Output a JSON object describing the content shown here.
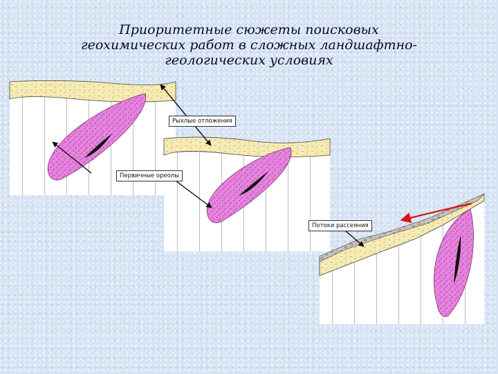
{
  "title": {
    "line1": "Приоритетные сюжеты поисковых",
    "line2": "геохимических работ в сложных ландшафтно-",
    "line3": "геологических условиях"
  },
  "labels": {
    "loose_deposits": "Рыхлые отложения",
    "primary_halos": "Первичные ореолы",
    "dispersion_flows": "Потоки рассеяния"
  },
  "colors": {
    "background": "#d6e3f3",
    "sediment": "#f6ebb2",
    "ore_body": "#e882e0",
    "scree": "#c9c4c0",
    "arrow_red": "#dd1111"
  }
}
